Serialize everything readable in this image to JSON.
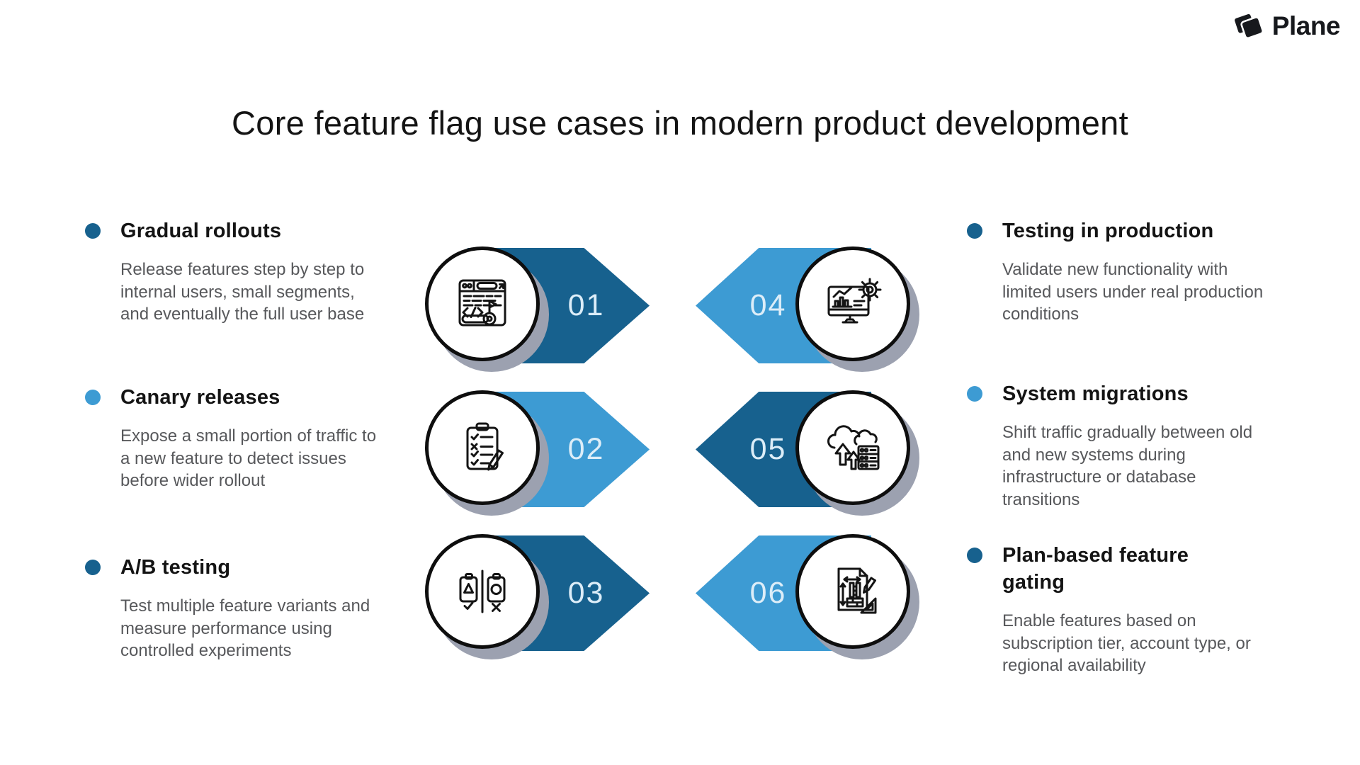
{
  "logo": {
    "text": "Plane",
    "icon": "plane-logo-mark",
    "color": "#17191d"
  },
  "title": "Core feature flag use cases in modern product development",
  "colors": {
    "dark_blue": "#17618E",
    "light_blue": "#3D9BD3",
    "shadow_gray": "#9CA1B0",
    "heading_text": "#141414",
    "body_text": "#57585B",
    "number_text": "#DCEDF8",
    "background": "#FFFFFF"
  },
  "left_items": [
    {
      "heading": "Gradual rollouts",
      "body": "Release features step by step to internal users, small segments, and eventually the full user base",
      "bullet_color": "#17618E"
    },
    {
      "heading": "Canary releases",
      "body": "Expose a small portion of traffic to a new feature to detect issues before wider rollout",
      "bullet_color": "#3D9BD3"
    },
    {
      "heading": "A/B testing",
      "body": "Test multiple feature variants and measure performance using controlled experiments",
      "bullet_color": "#17618E"
    }
  ],
  "right_items": [
    {
      "heading": "Testing in production",
      "body": "Validate new functionality with limited users under real production conditions",
      "bullet_color": "#17618E"
    },
    {
      "heading": "System migrations",
      "body": "Shift traffic gradually between old and new systems during infrastructure or database transitions",
      "bullet_color": "#3D9BD3"
    },
    {
      "heading": "Plan-based feature gating",
      "body": "Enable features based on subscription tier, account type, or regional availability",
      "bullet_color": "#17618E"
    }
  ],
  "cards": [
    {
      "number": "01",
      "icon": "browser-code-icon",
      "arrow_color": "#17618E",
      "direction": "right"
    },
    {
      "number": "02",
      "icon": "clipboard-checklist-icon",
      "arrow_color": "#3D9BD3",
      "direction": "right"
    },
    {
      "number": "03",
      "icon": "ab-compare-icon",
      "arrow_color": "#17618E",
      "direction": "right"
    },
    {
      "number": "04",
      "icon": "monitor-gear-icon",
      "arrow_color": "#3D9BD3",
      "direction": "left"
    },
    {
      "number": "05",
      "icon": "cloud-migration-icon",
      "arrow_color": "#17618E",
      "direction": "left"
    },
    {
      "number": "06",
      "icon": "blueprint-plan-icon",
      "arrow_color": "#3D9BD3",
      "direction": "left"
    }
  ]
}
